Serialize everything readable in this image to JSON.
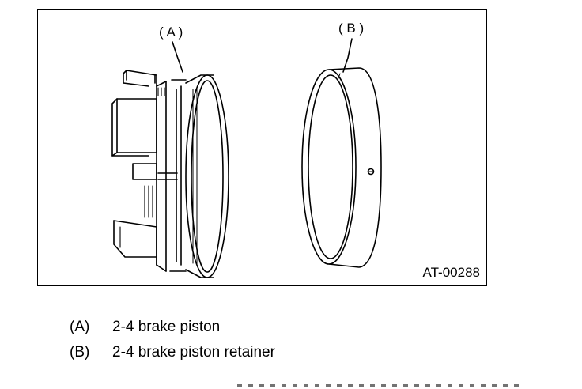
{
  "figure": {
    "callout_a": "( A )",
    "callout_b": "( B )",
    "figure_id": "AT-00288"
  },
  "legend": {
    "items": [
      {
        "key": "(A)",
        "label": "2-4 brake piston"
      },
      {
        "key": "(B)",
        "label": "2-4 brake piston retainer"
      }
    ]
  }
}
